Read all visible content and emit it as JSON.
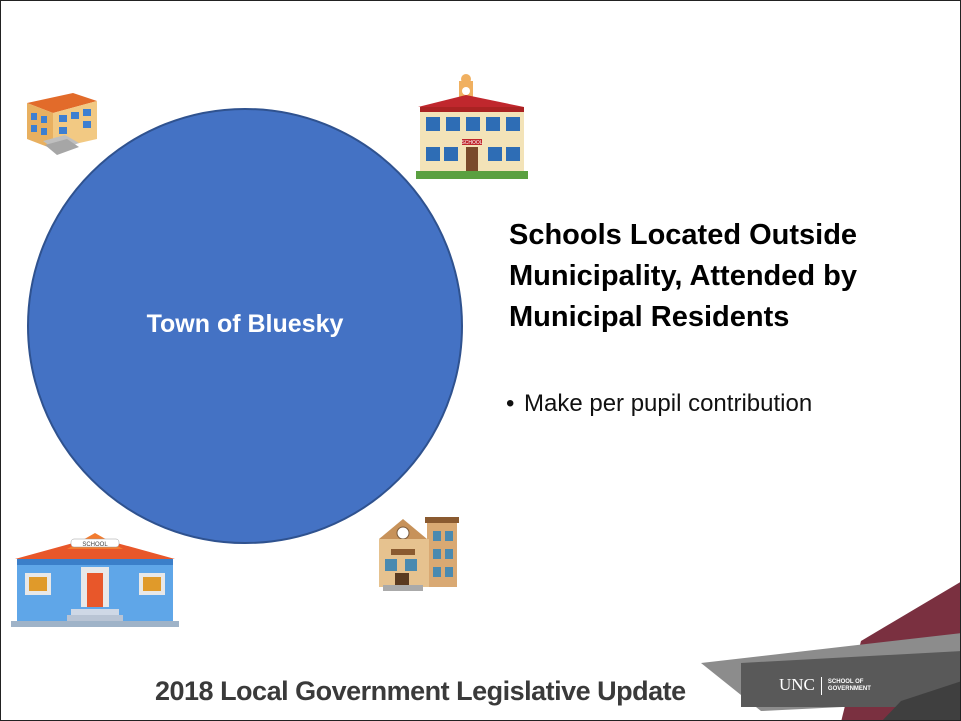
{
  "diagram": {
    "circle_label": "Town of Bluesky"
  },
  "content": {
    "heading": "Schools Located Outside Municipality, Attended by Municipal Residents",
    "bullets": [
      "Make per pupil contribution"
    ]
  },
  "footer": {
    "title": "2018 Local Government Legislative Update",
    "logo_text": "UNC",
    "logo_subtext_line1": "SCHOOL OF",
    "logo_subtext_line2": "GOVERNMENT"
  },
  "school_signs": {
    "top_right": "SCHOOL",
    "bottom_left": "SCHOOL"
  },
  "colors": {
    "circle": "#4472c4",
    "footer_band": "#595959",
    "accent": "#7a3040"
  }
}
